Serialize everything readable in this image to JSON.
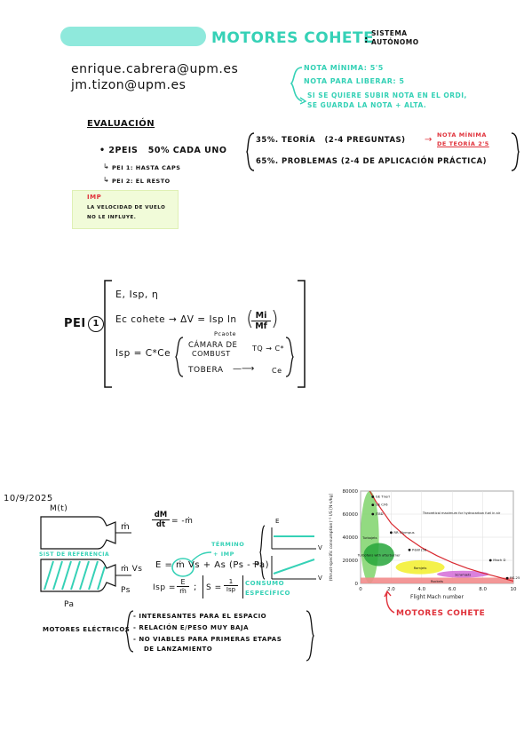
{
  "header": {
    "title": "MOTORES COHETE",
    "tag_line1": "SISTEMA",
    "tag_line2": "AUTÓNOMO"
  },
  "contacts": {
    "email1": "enrique.cabrera@upm.es",
    "email2": "jm.tizon@upm.es"
  },
  "grading_notes": {
    "min": "NOTA MÍNIMA: 5'5",
    "free": "NOTA PARA LIBERAR: 5",
    "raise_line1": "SI SE QUIERE SUBIR NOTA EN EL ORDI,",
    "raise_line2": "SE GUARDA LA NOTA + ALTA."
  },
  "evaluation": {
    "heading": "EVALUACIÓN",
    "peis": "• 2PEIS   50% CADA UNO",
    "theory": "35%. TEORÍA   (2-4 PREGUNTAS)",
    "problems": "65%. PROBLEMAS (2-4 DE APLICACIÓN PRÁCTICA)",
    "theory_min_line1": "NOTA MÍNIMA",
    "theory_min_line2": "DE TEORÍA 2'5",
    "pei1": "PEI 1: HASTA CAPS",
    "pei2": "PEI 2: EL RESTO"
  },
  "imp_note": {
    "label": "IMP",
    "line1": "LA VELOCIDAD DE VUELO",
    "line2": "NO LE INFLUYE."
  },
  "pei1_block": {
    "label": "PEI",
    "num": "1",
    "line1": "E, Isp, η",
    "line2_prefix": "Ec cohete → ΔV = Isp ln",
    "frac_num": "Mi",
    "frac_den": "Mf",
    "ln_tag": "Pcaote",
    "isp_prefix": "Isp = C*Ce",
    "camara_1": "CÁMARA DE",
    "camara_2": "COMBUST",
    "camara_tq": "TQ → C*",
    "tobera": "TOBERA",
    "tobera_ce": "Ce"
  },
  "date": "10/9/2025",
  "lower_notes": {
    "mt": "M(t)",
    "mdot": "ṁ",
    "mvs": "ṁ Vs",
    "ps": "Ps",
    "pa": "Pa",
    "ref_label": "SIST DE REFERENCIA",
    "dm_dt_num": "dM",
    "dm_dt_den": "dt",
    "dm_dt_rhs": "= -ṁ",
    "termino_1": "TÉRMINO",
    "termino_2": "+ IMP",
    "thrust_eq": "E = ṁ Vs + As (Ps - Pa)",
    "isp_eq_lhs": "Isp =",
    "isp_eq_num": "E",
    "isp_eq_den": "ṁ",
    "s_eq_lhs": "S =",
    "s_eq_num": "1",
    "s_eq_den": "Isp",
    "consumo_1": "CONSUMO",
    "consumo_2": "ESPECÍFICO",
    "plot_e": "E",
    "plot_v": "V"
  },
  "electric": {
    "label": "MOTORES ELÉCTRICOS",
    "item1": "- INTERESANTES PARA EL ESPACIO",
    "item2": "- RELACIÓN E/PESO MUY BAJA",
    "item3": "- NO VIABLES PARA PRIMERAS ETAPAS",
    "item3b": "DE LANZAMIENTO"
  },
  "chart_caption": "MOTORES COHETE",
  "chart_data": {
    "type": "scatter",
    "xlabel": "Flight Mach number",
    "ylabel": "(thrust-specific consumption)⁻¹ I/S [N·s/kg]",
    "xlim": [
      0,
      10
    ],
    "ylim": [
      0,
      80000
    ],
    "xticks": [
      "0",
      "2.0",
      "4.0",
      "6.0",
      "8.0",
      "10"
    ],
    "yticks": [
      "0",
      "20000",
      "40000",
      "60000",
      "80000"
    ],
    "grid": true,
    "regions": [
      {
        "name": "Turbojets",
        "x_range": [
          0,
          1.2
        ],
        "y_range": [
          0,
          80000
        ],
        "color": "#7fd36b"
      },
      {
        "name": "Turbofans with afterburner",
        "x_range": [
          0.2,
          2.2
        ],
        "y_range": [
          15000,
          35000
        ],
        "color": "#27a63b"
      },
      {
        "name": "Ramjets",
        "x_range": [
          2.3,
          5.5
        ],
        "y_range": [
          8000,
          20000
        ],
        "color": "#f2ef2a"
      },
      {
        "name": "Scramjets",
        "x_range": [
          5,
          8.4
        ],
        "y_range": [
          5000,
          11000
        ],
        "color": "#d36bd7"
      },
      {
        "name": "Rockets",
        "x_range": [
          0,
          10
        ],
        "y_range": [
          0,
          5000
        ],
        "color": "#f28c8c"
      }
    ],
    "points": [
      {
        "label": "GE Tnerl",
        "x": 0.8,
        "y": 75000
      },
      {
        "label": "GE CF6",
        "x": 0.8,
        "y": 68000
      },
      {
        "label": "JT8D",
        "x": 0.8,
        "y": 60000
      },
      {
        "label": "RR Olympus",
        "x": 2.0,
        "y": 44000
      },
      {
        "label": "P&W J58",
        "x": 3.2,
        "y": 29000
      },
      {
        "label": "Mach D",
        "x": 8.5,
        "y": 20000
      },
      {
        "label": "RS-25",
        "x": 9.6,
        "y": 4500
      }
    ],
    "annotations": [
      "Theoretical maximum for hydrocarbon fuel in air"
    ],
    "curve": {
      "name": "Theoretical maximum for hydrocarbon fuel in air",
      "x": [
        0.6,
        1,
        2,
        3,
        4,
        5,
        6,
        7,
        8,
        9,
        10
      ],
      "y": [
        80000,
        71000,
        52000,
        40000,
        31000,
        24000,
        18000,
        13000,
        9000,
        5500,
        2000
      ]
    }
  }
}
